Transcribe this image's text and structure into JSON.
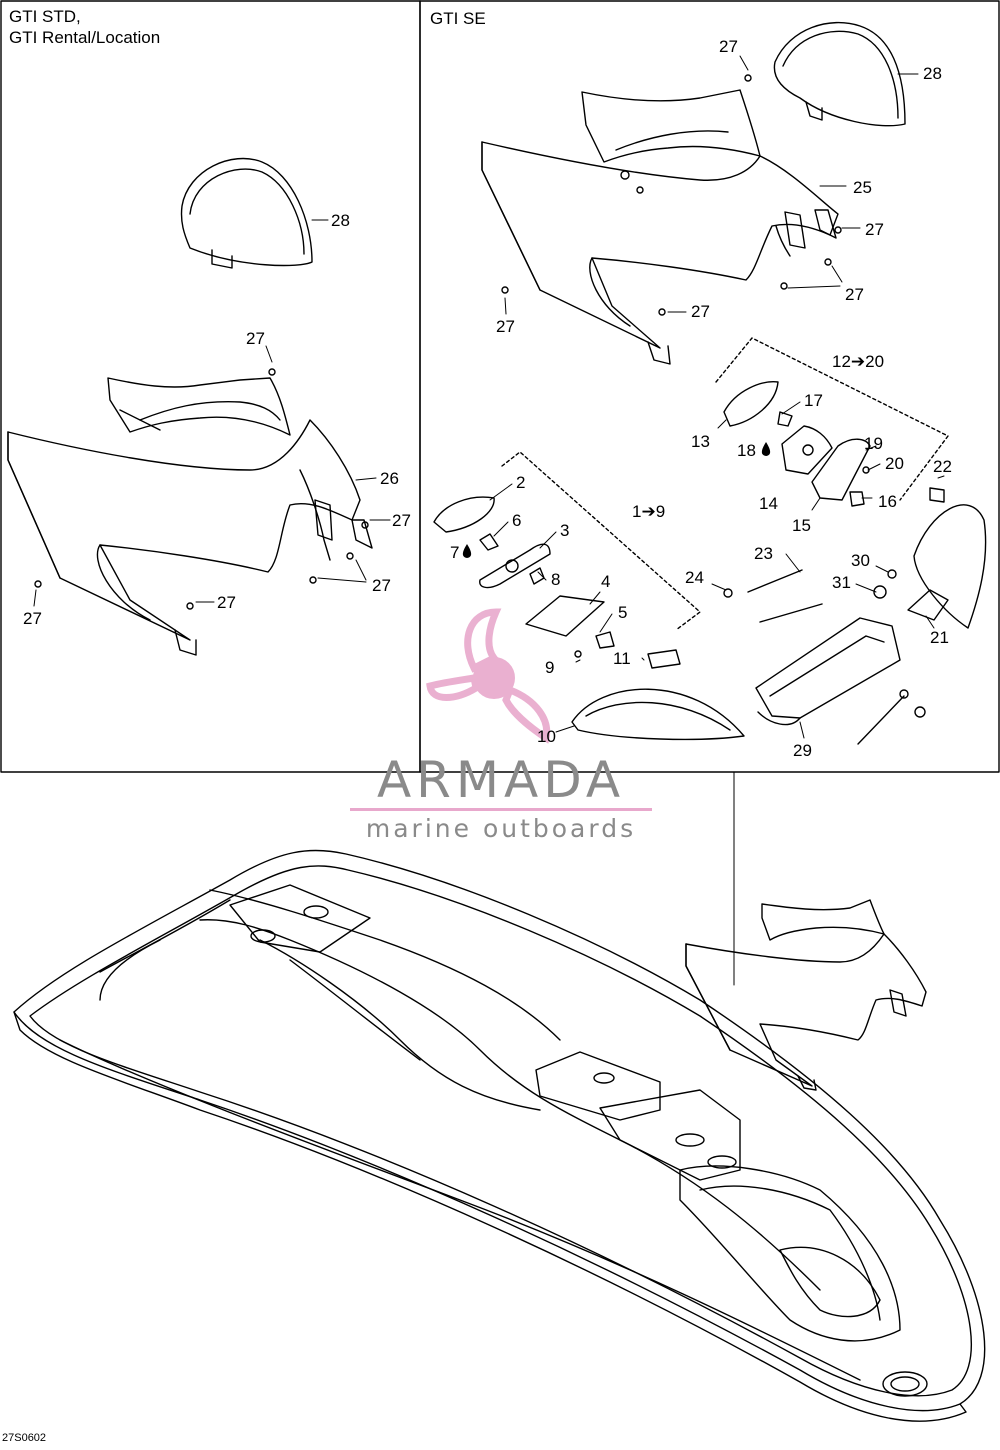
{
  "panels": {
    "left_title_line1": "GTI STD,",
    "left_title_line2": "GTI Rental/Location",
    "right_title": "GTI SE"
  },
  "callouts": [
    {
      "id": "c28a",
      "text": "28"
    },
    {
      "id": "c27a",
      "text": "27"
    },
    {
      "id": "c26",
      "text": "26"
    },
    {
      "id": "c27b",
      "text": "27"
    },
    {
      "id": "c27c",
      "text": "27"
    },
    {
      "id": "c27d",
      "text": "27"
    },
    {
      "id": "c27e",
      "text": "27"
    },
    {
      "id": "c27f",
      "text": "27"
    },
    {
      "id": "c28b",
      "text": "28"
    },
    {
      "id": "c25",
      "text": "25"
    },
    {
      "id": "c27g",
      "text": "27"
    },
    {
      "id": "c27h",
      "text": "27"
    },
    {
      "id": "c27i",
      "text": "27"
    },
    {
      "id": "c27j",
      "text": "27"
    },
    {
      "id": "c12_20",
      "text": "12➔20"
    },
    {
      "id": "c13",
      "text": "13"
    },
    {
      "id": "c17",
      "text": "17"
    },
    {
      "id": "c18",
      "text": "18"
    },
    {
      "id": "c19",
      "text": "19"
    },
    {
      "id": "c20",
      "text": "20"
    },
    {
      "id": "c14",
      "text": "14"
    },
    {
      "id": "c16",
      "text": "16"
    },
    {
      "id": "c15",
      "text": "15"
    },
    {
      "id": "c22",
      "text": "22"
    },
    {
      "id": "c2",
      "text": "2"
    },
    {
      "id": "c1_9",
      "text": "1➔9"
    },
    {
      "id": "c6",
      "text": "6"
    },
    {
      "id": "c3",
      "text": "3"
    },
    {
      "id": "c7",
      "text": "7"
    },
    {
      "id": "c8",
      "text": "8"
    },
    {
      "id": "c4",
      "text": "4"
    },
    {
      "id": "c5",
      "text": "5"
    },
    {
      "id": "c9",
      "text": "9"
    },
    {
      "id": "c11",
      "text": "11"
    },
    {
      "id": "c10",
      "text": "10"
    },
    {
      "id": "c23",
      "text": "23"
    },
    {
      "id": "c24",
      "text": "24"
    },
    {
      "id": "c30",
      "text": "30"
    },
    {
      "id": "c31",
      "text": "31"
    },
    {
      "id": "c21",
      "text": "21"
    },
    {
      "id": "c29",
      "text": "29"
    }
  ],
  "watermark": {
    "brand": "ARMADA",
    "tagline": "marine outboards",
    "color": "#e8a8cc"
  },
  "diagram_code": "27S0602"
}
